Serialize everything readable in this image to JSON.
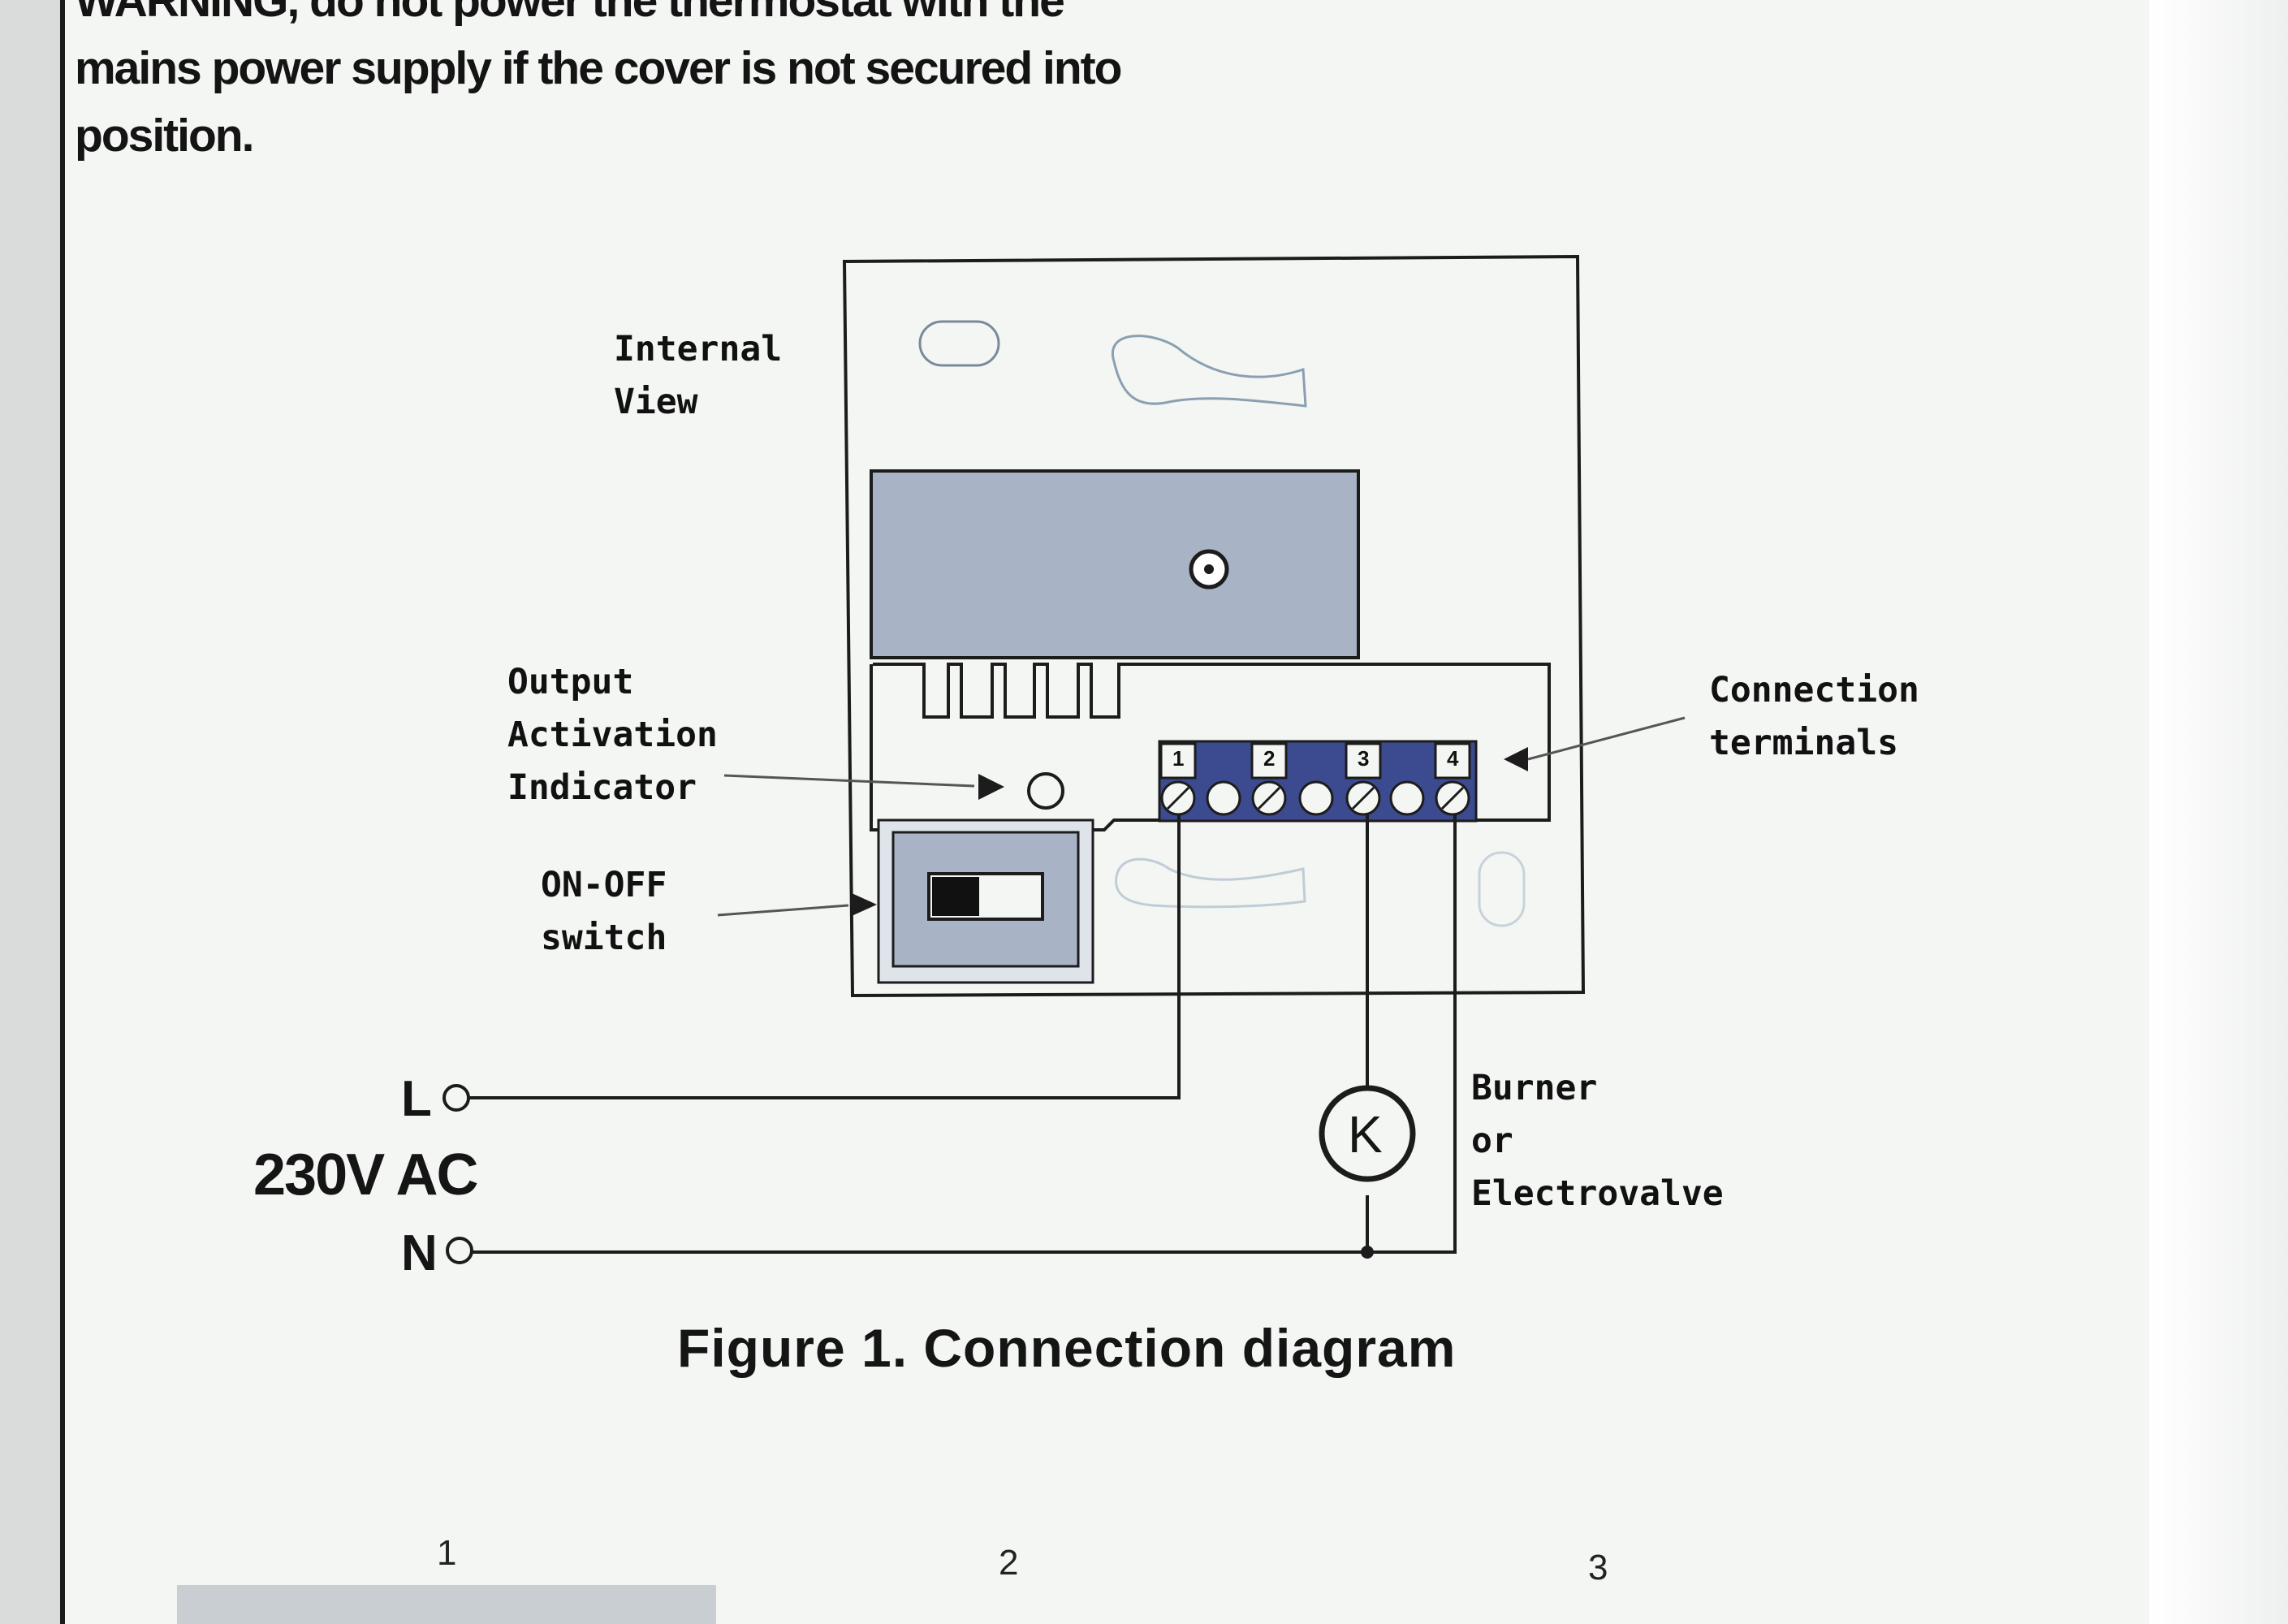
{
  "warning": {
    "bold_word": "WARNING,",
    "text": " do not power the thermostat with the mains power supply if the cover is not secured into position."
  },
  "diagram": {
    "internal_view": [
      "Internal",
      "View"
    ],
    "output_indicator": [
      "Output",
      "Activation",
      "Indicator"
    ],
    "on_off_switch": [
      "ON-OFF",
      "switch"
    ],
    "connection_terminals": [
      "Connection",
      "terminals"
    ],
    "terminal_numbers": [
      "1",
      "2",
      "3",
      "4"
    ],
    "load": [
      "Burner",
      "or",
      "Electrovalve"
    ],
    "load_symbol": "K",
    "line_live": "L",
    "line_neutral": "N",
    "supply": "230V AC"
  },
  "caption": "Figure 1. Connection diagram",
  "next_figure_numbers": [
    "1",
    "2",
    "3"
  ]
}
